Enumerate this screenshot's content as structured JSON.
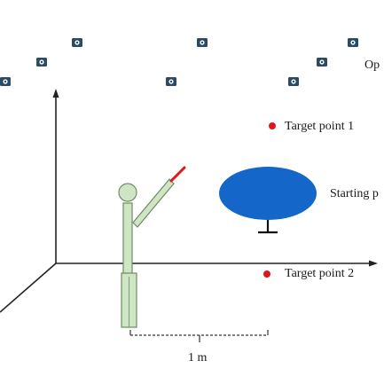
{
  "labels": {
    "target_point_1": "Target point 1",
    "target_point_2": "Target point 2",
    "starting_point": "Starting p",
    "cameras": "Op",
    "scale": "1 m"
  },
  "colors": {
    "target": "#e0161b",
    "starting_disc": "#1467c8",
    "person_fill": "#cfe6c4",
    "person_stroke": "#6f8a65",
    "axis": "#222222",
    "camera": "#2b4a66"
  },
  "icons": {
    "camera": "camera-marker-icon",
    "target": "red-dot-icon"
  }
}
